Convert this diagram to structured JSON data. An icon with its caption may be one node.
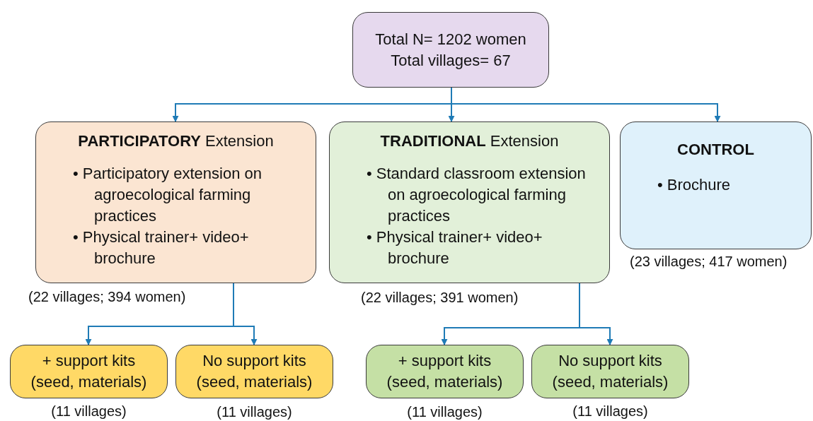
{
  "diagram": {
    "nodes": [
      {
        "text": [
          "Total N= 1202 women",
          "Total villages= 67"
        ]
      },
      {
        "text": [
          "**PARTICIPATORY** Extension",
          "• Participatory extension on agroecological farming practices",
          "• Physical trainer+ video+ brochure"
        ],
        "beside": [
          "(22 villages; 394 women)"
        ]
      },
      {
        "text": [
          "**TRADITIONAL** Extension",
          "• Standard classroom extension on agroecological farming practices",
          "• Physical trainer+ video+ brochure"
        ],
        "beside": [
          "(22 villages; 391 women)"
        ]
      },
      {
        "text": [
          "CONTROL",
          "• Brochure"
        ],
        "beside": [
          "(23 villages; 417 women)"
        ]
      },
      {
        "text": [
          "+ support kits (seed, materials)"
        ],
        "beside": [
          "(11 villages)"
        ]
      },
      {
        "text": [
          "No support kits (seed, materials)"
        ],
        "beside": [
          "(11 villages)"
        ]
      },
      {
        "text": [
          "+ support kits (seed, materials)"
        ],
        "beside": [
          "(11 villages)"
        ]
      },
      {
        "text": [
          "No support kits (seed, materials)"
        ],
        "beside": [
          "(11 villages)"
        ]
      }
    ],
    "edges": [
      {
        "from": 0,
        "to": 1,
        "arrow": "to"
      },
      {
        "from": 0,
        "to": 2,
        "arrow": "to"
      },
      {
        "from": 0,
        "to": 3,
        "arrow": "to"
      },
      {
        "from": 1,
        "to": 4,
        "arrow": "to"
      },
      {
        "from": 1,
        "to": 5,
        "arrow": "to"
      },
      {
        "from": 2,
        "to": 6,
        "arrow": "to"
      },
      {
        "from": 2,
        "to": 7,
        "arrow": "to"
      }
    ]
  }
}
